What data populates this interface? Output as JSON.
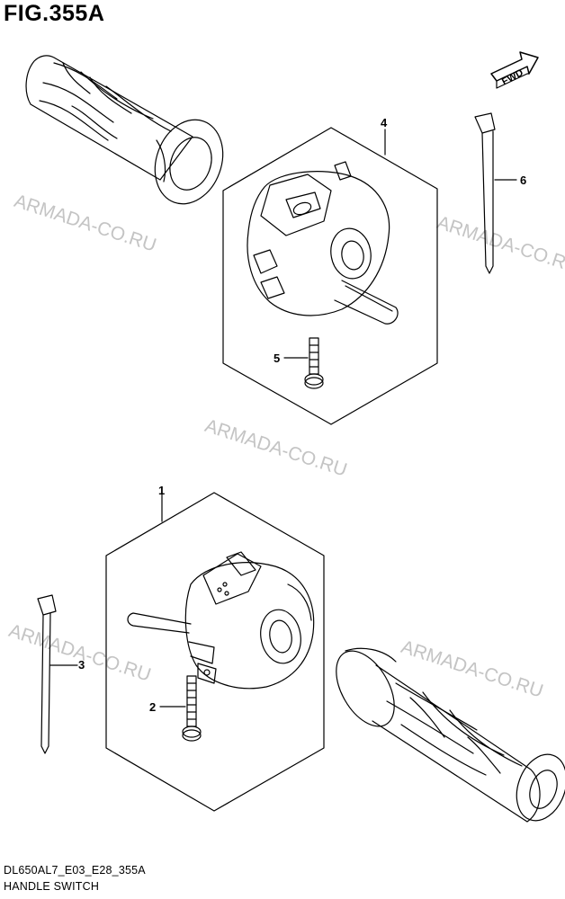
{
  "figure": {
    "title": "FIG.355A",
    "code": "DL650AL7_E03_E28_355A",
    "name": "HANDLE SWITCH"
  },
  "orientation_label": "FWD",
  "callouts": [
    "1",
    "2",
    "3",
    "4",
    "5",
    "6"
  ],
  "watermark": "ARMADA-CO.RU",
  "colors": {
    "line": "#000000",
    "watermark": "#c4c4c4",
    "background": "#ffffff"
  }
}
